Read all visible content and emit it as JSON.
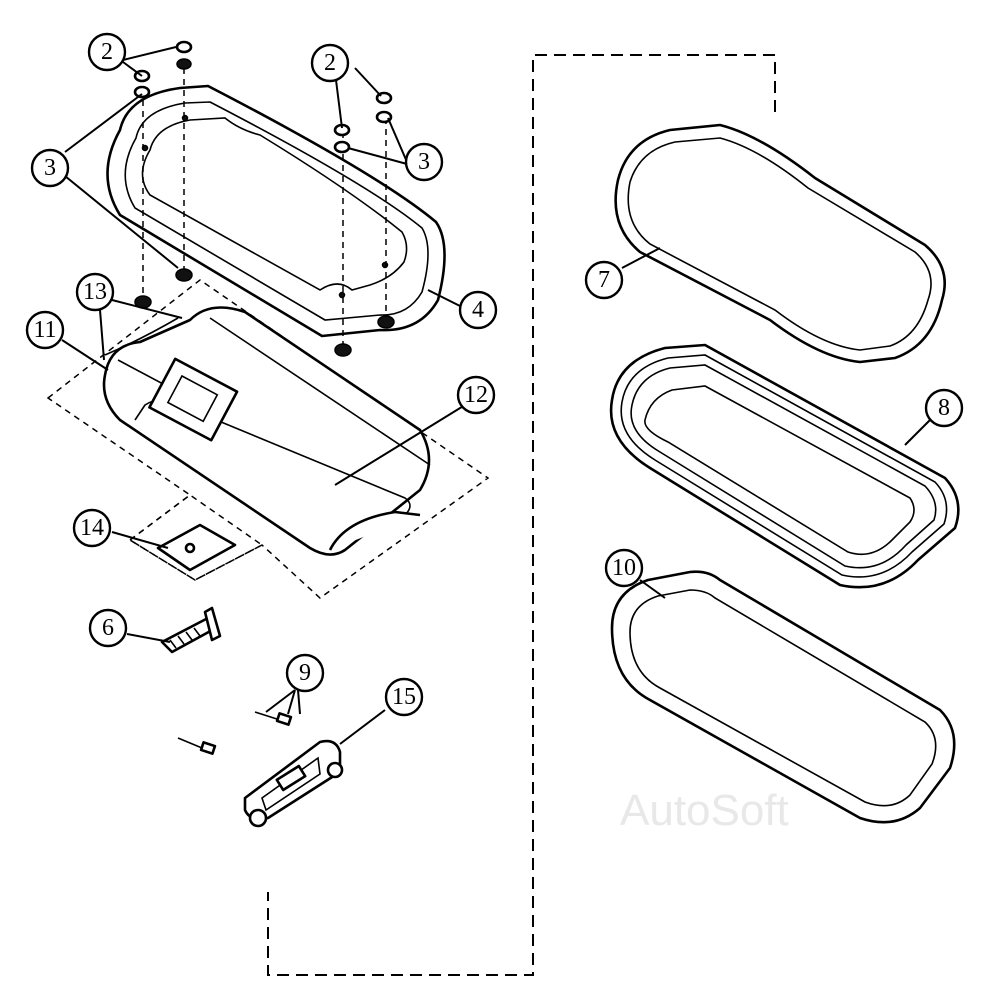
{
  "watermark": "AutoSoft",
  "callouts": {
    "c2a": "2",
    "c2b": "2",
    "c3a": "3",
    "c3b": "3",
    "c4": "4",
    "c6": "6",
    "c7": "7",
    "c8": "8",
    "c9": "9",
    "c10": "10",
    "c11": "11",
    "c12": "12",
    "c13": "13",
    "c14": "14",
    "c15": "15"
  }
}
